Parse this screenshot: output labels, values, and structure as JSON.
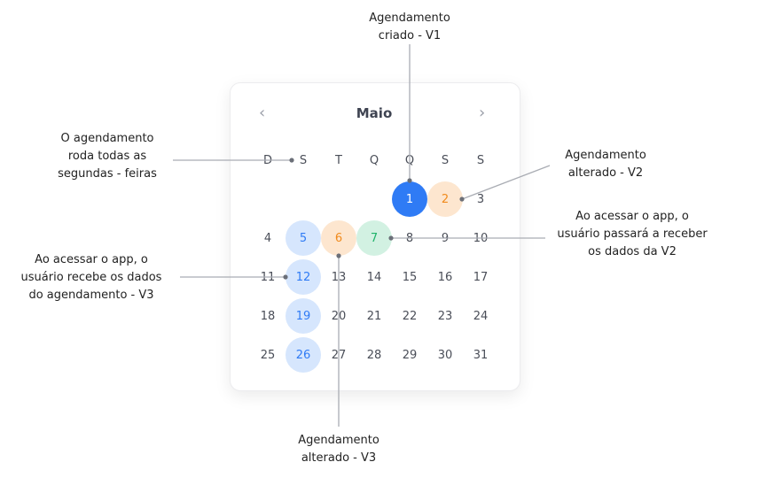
{
  "calendar": {
    "month": "Maio",
    "prev_icon": "‹",
    "next_icon": "›",
    "weekdays": [
      "D",
      "S",
      "T",
      "Q",
      "Q",
      "S",
      "S"
    ],
    "days": [
      {
        "n": "1",
        "col": 4,
        "row": 0,
        "style": "blue-solid"
      },
      {
        "n": "2",
        "col": 5,
        "row": 0,
        "style": "orange-light"
      },
      {
        "n": "3",
        "col": 6,
        "row": 0,
        "style": ""
      },
      {
        "n": "4",
        "col": 0,
        "row": 1,
        "style": ""
      },
      {
        "n": "5",
        "col": 1,
        "row": 1,
        "style": "blue-light"
      },
      {
        "n": "6",
        "col": 2,
        "row": 1,
        "style": "orange-light"
      },
      {
        "n": "7",
        "col": 3,
        "row": 1,
        "style": "green-light"
      },
      {
        "n": "8",
        "col": 4,
        "row": 1,
        "style": ""
      },
      {
        "n": "9",
        "col": 5,
        "row": 1,
        "style": ""
      },
      {
        "n": "10",
        "col": 6,
        "row": 1,
        "style": ""
      },
      {
        "n": "11",
        "col": 0,
        "row": 2,
        "style": ""
      },
      {
        "n": "12",
        "col": 1,
        "row": 2,
        "style": "blue-light"
      },
      {
        "n": "13",
        "col": 2,
        "row": 2,
        "style": ""
      },
      {
        "n": "14",
        "col": 3,
        "row": 2,
        "style": ""
      },
      {
        "n": "15",
        "col": 4,
        "row": 2,
        "style": ""
      },
      {
        "n": "16",
        "col": 5,
        "row": 2,
        "style": ""
      },
      {
        "n": "17",
        "col": 6,
        "row": 2,
        "style": ""
      },
      {
        "n": "18",
        "col": 0,
        "row": 3,
        "style": ""
      },
      {
        "n": "19",
        "col": 1,
        "row": 3,
        "style": "blue-light"
      },
      {
        "n": "20",
        "col": 2,
        "row": 3,
        "style": ""
      },
      {
        "n": "21",
        "col": 3,
        "row": 3,
        "style": ""
      },
      {
        "n": "22",
        "col": 4,
        "row": 3,
        "style": ""
      },
      {
        "n": "23",
        "col": 5,
        "row": 3,
        "style": ""
      },
      {
        "n": "24",
        "col": 6,
        "row": 3,
        "style": ""
      },
      {
        "n": "25",
        "col": 0,
        "row": 4,
        "style": ""
      },
      {
        "n": "26",
        "col": 1,
        "row": 4,
        "style": "blue-light"
      },
      {
        "n": "27",
        "col": 2,
        "row": 4,
        "style": ""
      },
      {
        "n": "28",
        "col": 3,
        "row": 4,
        "style": ""
      },
      {
        "n": "29",
        "col": 4,
        "row": 4,
        "style": ""
      },
      {
        "n": "30",
        "col": 5,
        "row": 4,
        "style": ""
      },
      {
        "n": "31",
        "col": 6,
        "row": 4,
        "style": ""
      }
    ]
  },
  "annotations": {
    "created_v1": [
      "Agendamento",
      "criado - V1"
    ],
    "weekly_monday": [
      "O agendamento",
      "roda todas as",
      "segundas - feiras"
    ],
    "changed_v2": [
      "Agendamento",
      "alterado - V2"
    ],
    "app_v2": [
      "Ao acessar o app,  o",
      "usuário passará a receber",
      "os dados da V2"
    ],
    "app_v3": [
      "Ao acessar o app, o",
      "usuário recebe os dados",
      "do agendamento - V3"
    ],
    "changed_v3": [
      "Agendamento",
      "alterado - V3"
    ]
  },
  "colors": {
    "blue": "#2f7bf5",
    "blue_light": "#d6e6fd",
    "orange": "#f08a1c",
    "orange_light": "#fde6cf",
    "green": "#1fb36a",
    "green_light": "#d2f1e2",
    "line": "#a9acb3",
    "dot": "#6b6f78"
  }
}
